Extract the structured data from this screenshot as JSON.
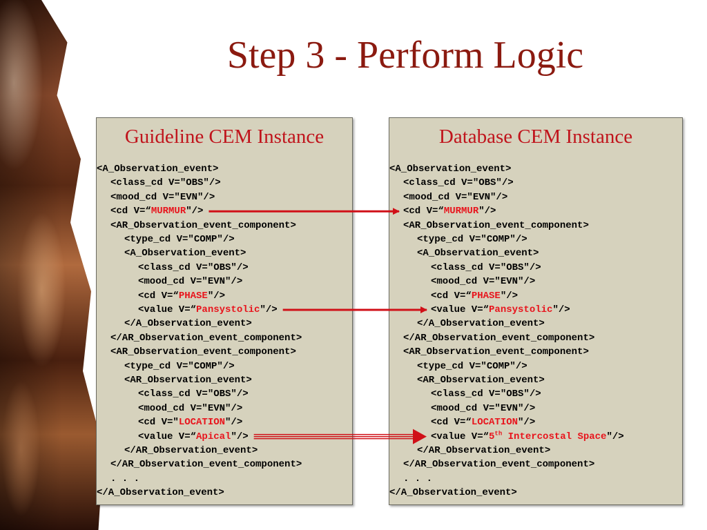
{
  "slide": {
    "title": "Step 3 - Perform Logic"
  },
  "left_panel": {
    "title": "Guideline CEM Instance",
    "lines": [
      {
        "indent": 0,
        "parts": [
          {
            "t": "<A_Observation_event>"
          }
        ]
      },
      {
        "indent": 1,
        "parts": [
          {
            "t": "<class_cd V=\"OBS\"/>"
          }
        ]
      },
      {
        "indent": 1,
        "parts": [
          {
            "t": "<mood_cd V=\"EVN\"/>"
          }
        ]
      },
      {
        "indent": 1,
        "parts": [
          {
            "t": "<cd V=“"
          },
          {
            "t": "MURMUR",
            "hl": true
          },
          {
            "t": "\"/>"
          }
        ]
      },
      {
        "indent": 1,
        "parts": [
          {
            "t": "<AR_Observation_event_component>"
          }
        ]
      },
      {
        "indent": 2,
        "parts": [
          {
            "t": "<type_cd V=\"COMP\"/>"
          }
        ]
      },
      {
        "indent": 2,
        "parts": [
          {
            "t": "<A_Observation_event>"
          }
        ]
      },
      {
        "indent": 3,
        "parts": [
          {
            "t": "<class_cd V=\"OBS\"/>"
          }
        ]
      },
      {
        "indent": 3,
        "parts": [
          {
            "t": "<mood_cd V=\"EVN\"/>"
          }
        ]
      },
      {
        "indent": 3,
        "parts": [
          {
            "t": "<cd V=“"
          },
          {
            "t": "PHASE",
            "hl": true
          },
          {
            "t": "\"/>"
          }
        ]
      },
      {
        "indent": 3,
        "parts": [
          {
            "t": "<value V=“"
          },
          {
            "t": "Pansystolic",
            "hl": true
          },
          {
            "t": "\"/>"
          }
        ]
      },
      {
        "indent": 2,
        "parts": [
          {
            "t": "</A_Observation_event>"
          }
        ]
      },
      {
        "indent": 1,
        "parts": [
          {
            "t": "</AR_Observation_event_component>"
          }
        ]
      },
      {
        "indent": 1,
        "parts": [
          {
            "t": "<AR_Observation_event_component>"
          }
        ]
      },
      {
        "indent": 2,
        "parts": [
          {
            "t": "<type_cd V=\"COMP\"/>"
          }
        ]
      },
      {
        "indent": 2,
        "parts": [
          {
            "t": "<AR_Observation_event>"
          }
        ]
      },
      {
        "indent": 3,
        "parts": [
          {
            "t": "<class_cd V=\"OBS\"/>"
          }
        ]
      },
      {
        "indent": 3,
        "parts": [
          {
            "t": "<mood_cd V=\"EVN\"/>"
          }
        ]
      },
      {
        "indent": 3,
        "parts": [
          {
            "t": "<cd V=\""
          },
          {
            "t": "LOCATION",
            "hl": true
          },
          {
            "t": "\"/>"
          }
        ]
      },
      {
        "indent": 3,
        "parts": [
          {
            "t": "<value V=“"
          },
          {
            "t": "Apical",
            "hl": true
          },
          {
            "t": "\"/>"
          }
        ]
      },
      {
        "indent": 2,
        "parts": [
          {
            "t": "</AR_Observation_event>"
          }
        ]
      },
      {
        "indent": 1,
        "parts": [
          {
            "t": "</AR_Observation_event_component>"
          }
        ]
      },
      {
        "indent": 1,
        "parts": [
          {
            "t": ". . ."
          }
        ]
      },
      {
        "indent": 0,
        "parts": [
          {
            "t": "</A_Observation_event>"
          }
        ]
      }
    ]
  },
  "right_panel": {
    "title": "Database CEM Instance",
    "lines": [
      {
        "indent": 0,
        "parts": [
          {
            "t": "<A_Observation_event>"
          }
        ]
      },
      {
        "indent": 1,
        "parts": [
          {
            "t": "<class_cd V=\"OBS\"/>"
          }
        ]
      },
      {
        "indent": 1,
        "parts": [
          {
            "t": "<mood_cd V=\"EVN\"/>"
          }
        ]
      },
      {
        "indent": 1,
        "parts": [
          {
            "t": "<cd V=“"
          },
          {
            "t": "MURMUR",
            "hl": true
          },
          {
            "t": "\"/>"
          }
        ]
      },
      {
        "indent": 1,
        "parts": [
          {
            "t": "<AR_Observation_event_component>"
          }
        ]
      },
      {
        "indent": 2,
        "parts": [
          {
            "t": "<type_cd V=\"COMP\"/>"
          }
        ]
      },
      {
        "indent": 2,
        "parts": [
          {
            "t": "<A_Observation_event>"
          }
        ]
      },
      {
        "indent": 3,
        "parts": [
          {
            "t": "<class_cd V=\"OBS\"/>"
          }
        ]
      },
      {
        "indent": 3,
        "parts": [
          {
            "t": "<mood_cd V=\"EVN\"/>"
          }
        ]
      },
      {
        "indent": 3,
        "parts": [
          {
            "t": "<cd V=“"
          },
          {
            "t": "PHASE",
            "hl": true
          },
          {
            "t": "\"/>"
          }
        ]
      },
      {
        "indent": 3,
        "parts": [
          {
            "t": "<value V=“"
          },
          {
            "t": "Pansystolic",
            "hl": true
          },
          {
            "t": "\"/>"
          }
        ]
      },
      {
        "indent": 2,
        "parts": [
          {
            "t": "</A_Observation_event>"
          }
        ]
      },
      {
        "indent": 1,
        "parts": [
          {
            "t": "</AR_Observation_event_component>"
          }
        ]
      },
      {
        "indent": 1,
        "parts": [
          {
            "t": "<AR_Observation_event_component>"
          }
        ]
      },
      {
        "indent": 2,
        "parts": [
          {
            "t": "<type_cd V=\"COMP\"/>"
          }
        ]
      },
      {
        "indent": 2,
        "parts": [
          {
            "t": "<AR_Observation_event>"
          }
        ]
      },
      {
        "indent": 3,
        "parts": [
          {
            "t": "<class_cd V=\"OBS\"/>"
          }
        ]
      },
      {
        "indent": 3,
        "parts": [
          {
            "t": "<mood_cd V=\"EVN\"/>"
          }
        ]
      },
      {
        "indent": 3,
        "parts": [
          {
            "t": "<cd V=“"
          },
          {
            "t": "LOCATION",
            "hl": true
          },
          {
            "t": "\"/>"
          }
        ]
      },
      {
        "indent": 3,
        "parts": [
          {
            "t": "<value V=“"
          },
          {
            "t": "5",
            "hl": true
          },
          {
            "t": "th",
            "hl": true,
            "sup": true
          },
          {
            "t": " Intercostal Space",
            "hl": true
          },
          {
            "t": "\"/>"
          }
        ]
      },
      {
        "indent": 2,
        "parts": [
          {
            "t": "</AR_Observation_event>"
          }
        ]
      },
      {
        "indent": 1,
        "parts": [
          {
            "t": "</AR_Observation_event_component>"
          }
        ]
      },
      {
        "indent": 1,
        "parts": [
          {
            "t": ". . ."
          }
        ]
      },
      {
        "indent": 0,
        "parts": [
          {
            "t": "</A_Observation_event>"
          }
        ]
      }
    ]
  },
  "theme": {
    "title_color": "#8b1a10",
    "panel_title_color": "#c0141c",
    "highlight_color": "#e8141c",
    "panel_bg": "#d6d2bd",
    "arrow_color": "#d01018"
  },
  "arrows": [
    {
      "from_line": 3,
      "to_line": 3,
      "style": "single"
    },
    {
      "from_line": 10,
      "to_line": 10,
      "style": "single"
    },
    {
      "from_line": 19,
      "to_line": 19,
      "style": "triple"
    }
  ]
}
